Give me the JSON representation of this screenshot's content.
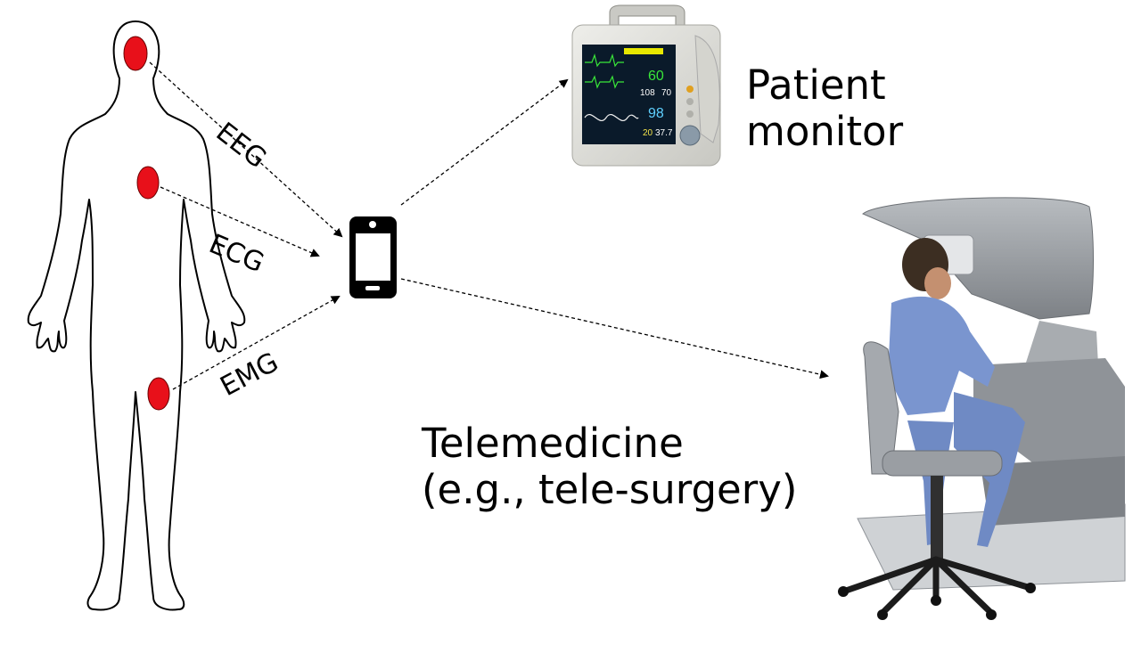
{
  "labels": {
    "eeg": "EEG",
    "ecg": "ECG",
    "emg": "EMG",
    "patient_monitor_line1": "Patient",
    "patient_monitor_line2": "monitor",
    "telemedicine_line1": "Telemedicine",
    "telemedicine_line2": "(e.g., tele-surgery)"
  },
  "monitor_screen": {
    "heart_rate": "60",
    "bp_sys": "108",
    "bp_dia": "70",
    "spo2": "98",
    "resp": "20",
    "temp": "37.7"
  },
  "colors": {
    "sensor": "#e8101a",
    "line": "#000000",
    "monitor_body": "#dcdcd6",
    "monitor_screen": "#0a1a2a",
    "console": "#9a9ea3",
    "scrubs": "#7a95cf"
  },
  "icons": [
    "human-body-icon",
    "smartphone-icon",
    "patient-monitor-icon",
    "surgical-console-icon"
  ]
}
